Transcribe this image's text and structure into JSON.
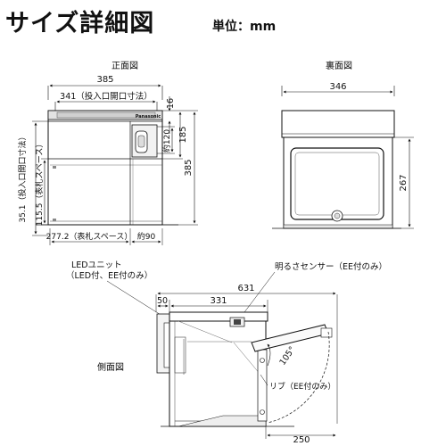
{
  "page": {
    "title": "サイズ詳細図",
    "unit": "単位：mm"
  },
  "front": {
    "caption": "正面図",
    "dims": {
      "overall_width": "385",
      "inlet_width": "341（投入口開口寸法）",
      "top_strip": "16",
      "upper_height": "185",
      "overall_height": "385",
      "inlet_height": "約120",
      "left_vertical_1": "35.1（投入口開口寸法）",
      "left_vertical_2": "115.5（表札スペース）",
      "bottom_width": "277.2（表札スペース）",
      "bottom_right": "約90"
    },
    "brand": "Panasonic"
  },
  "back": {
    "caption": "裏面図",
    "dims": {
      "width": "346",
      "height": "267"
    }
  },
  "side": {
    "caption": "側面図",
    "dims": {
      "overall_depth": "631",
      "left_part": "50",
      "body_depth": "331",
      "angle": "105°",
      "lid_depth": "250"
    },
    "labels": {
      "led_unit_line1": "LEDユニット",
      "led_unit_line2": "（LED付、EE付のみ）",
      "sensor": "明るさセンサー（EE付のみ）",
      "rib": "リブ（EE付のみ）"
    }
  }
}
